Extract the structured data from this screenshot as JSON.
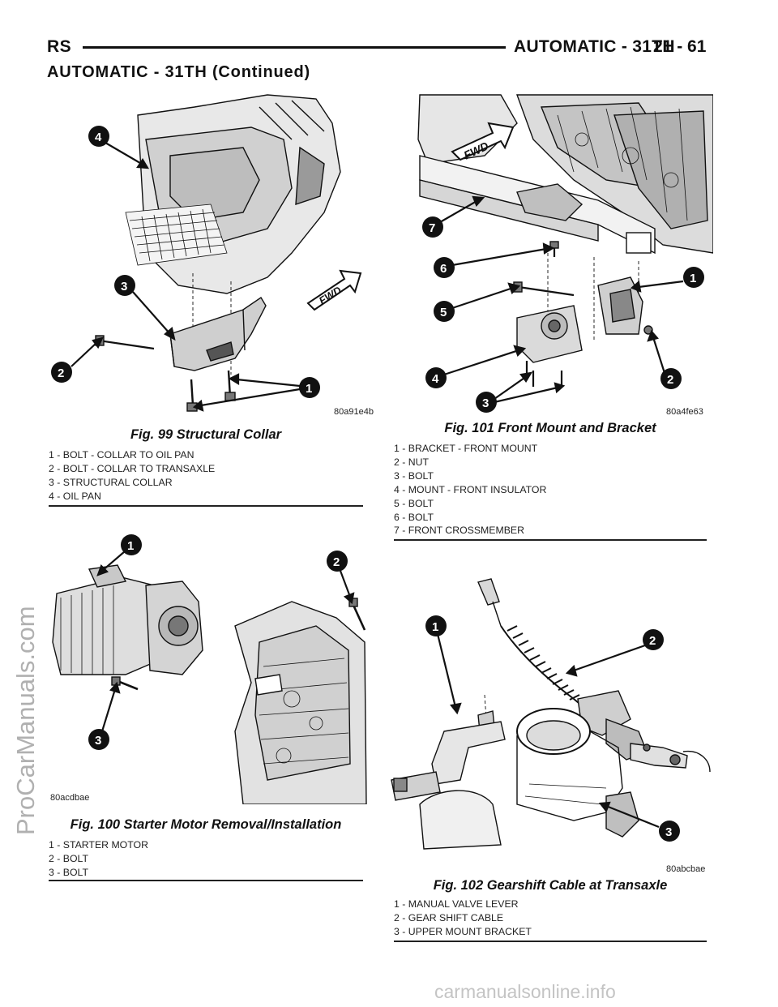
{
  "header": {
    "section_code": "RS",
    "chapter": "AUTOMATIC - 31TH",
    "page_number": "21 - 61"
  },
  "section_title": "AUTOMATIC - 31TH (Continued)",
  "figures": [
    {
      "id": "fig99",
      "code": "80a91e4b",
      "caption": "Fig. 99 Structural Collar",
      "callouts": [
        "1",
        "2",
        "3",
        "4"
      ],
      "legend": [
        "1 - BOLT - COLLAR TO OIL PAN",
        "2 - BOLT - COLLAR TO TRANSAXLE",
        "3 - STRUCTURAL COLLAR",
        "4 - OIL PAN"
      ],
      "direction_label": "FWD"
    },
    {
      "id": "fig101",
      "code": "80a4fe63",
      "caption": "Fig. 101 Front Mount and Bracket",
      "callouts": [
        "1",
        "2",
        "3",
        "4",
        "5",
        "6",
        "7"
      ],
      "legend": [
        "1 - BRACKET - FRONT MOUNT",
        "2 - NUT",
        "3 - BOLT",
        "4 - MOUNT - FRONT INSULATOR",
        "5 - BOLT",
        "6 - BOLT",
        "7 - FRONT CROSSMEMBER"
      ],
      "direction_label": "FWD"
    },
    {
      "id": "fig100",
      "code": "80acdbae",
      "caption": "Fig. 100 Starter Motor Removal/Installation",
      "callouts": [
        "1",
        "2",
        "3"
      ],
      "legend": [
        "1 - STARTER MOTOR",
        "2 - BOLT",
        "3 - BOLT"
      ]
    },
    {
      "id": "fig102",
      "code": "80abcbae",
      "caption": "Fig. 102 Gearshift Cable at Transaxle",
      "callouts": [
        "1",
        "2",
        "3"
      ],
      "legend": [
        "1 - MANUAL VALVE LEVER",
        "2 - GEAR SHIFT CABLE",
        "3 - UPPER MOUNT BRACKET"
      ]
    }
  ],
  "watermarks": {
    "side": "ProCarManuals.com",
    "bottom": "carmanualsonline.info"
  }
}
